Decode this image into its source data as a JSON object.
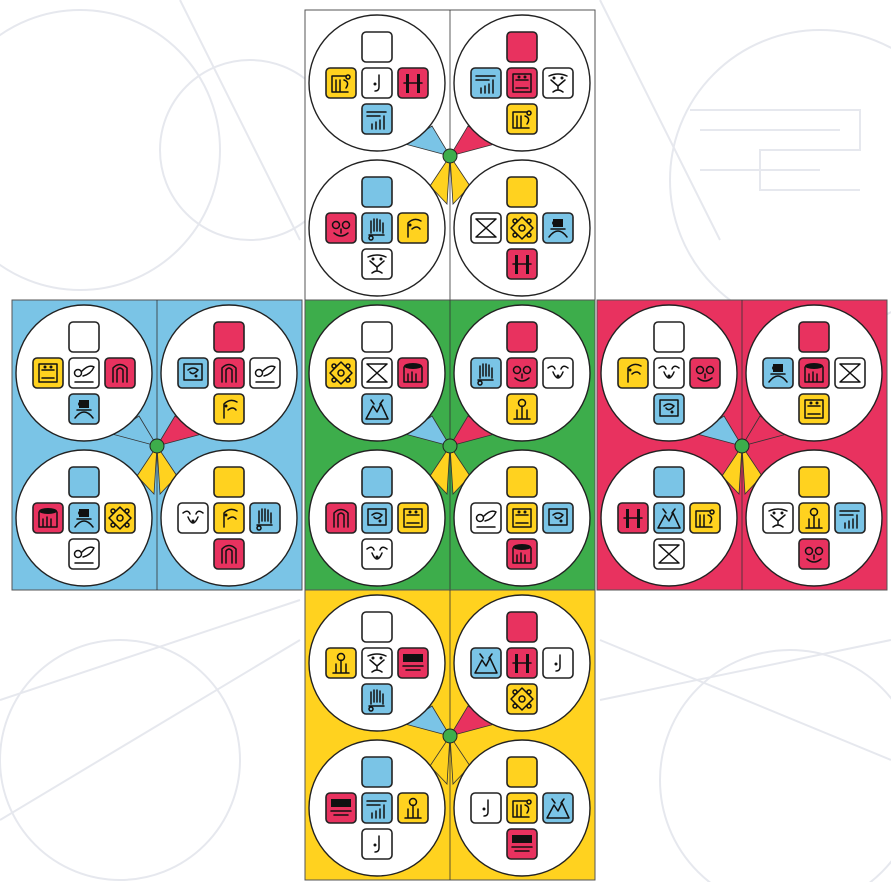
{
  "colors": {
    "white": "#ffffff",
    "blue": "#7ac4e6",
    "red": "#e8325f",
    "yellow": "#ffd21f",
    "green": "#3dad4b",
    "background_lines": "#e6e8ee",
    "outline": "#222222"
  },
  "faces": [
    {
      "id": "top",
      "color": "white",
      "disks": [
        {
          "top": "white",
          "center": "white",
          "left": "yellow",
          "right": "red",
          "bottom": "blue",
          "glyphs": {
            "top": "blank",
            "center": "hook-glyph",
            "left": "comb-glyph",
            "right": "bars-glyph",
            "bottom": "stripes-glyph"
          }
        },
        {
          "top": "red",
          "center": "red",
          "left": "blue",
          "right": "white",
          "bottom": "yellow",
          "glyphs": {
            "top": "blank",
            "center": "face-glyph",
            "left": "stripes-glyph",
            "right": "mask-glyph",
            "bottom": "comb-glyph"
          }
        },
        {
          "top": "blue",
          "center": "blue",
          "left": "red",
          "right": "yellow",
          "bottom": "white",
          "glyphs": {
            "top": "blank",
            "center": "hand-glyph",
            "left": "eyes-glyph",
            "right": "profile-glyph",
            "bottom": "mask-glyph"
          }
        },
        {
          "top": "yellow",
          "center": "yellow",
          "left": "white",
          "right": "blue",
          "bottom": "red",
          "glyphs": {
            "top": "blank",
            "center": "flower-glyph",
            "left": "cross-glyph",
            "right": "skull-glyph",
            "bottom": "bars-glyph"
          }
        }
      ]
    },
    {
      "id": "left",
      "color": "blue",
      "disks": [
        {
          "top": "white",
          "center": "white",
          "left": "yellow",
          "right": "red",
          "bottom": "blue",
          "glyphs": {
            "top": "blank",
            "center": "bird-glyph",
            "left": "face-glyph",
            "right": "arch-glyph",
            "bottom": "skull-glyph"
          }
        },
        {
          "top": "red",
          "center": "red",
          "left": "blue",
          "right": "white",
          "bottom": "yellow",
          "glyphs": {
            "top": "blank",
            "center": "arch-glyph",
            "left": "spiral-glyph",
            "right": "bird-glyph",
            "bottom": "profile-glyph"
          }
        },
        {
          "top": "blue",
          "center": "blue",
          "left": "red",
          "right": "yellow",
          "bottom": "white",
          "glyphs": {
            "top": "blank",
            "center": "skull-glyph",
            "left": "pot-glyph",
            "right": "flower-glyph",
            "bottom": "bird-glyph"
          }
        },
        {
          "top": "yellow",
          "center": "yellow",
          "left": "white",
          "right": "blue",
          "bottom": "red",
          "glyphs": {
            "top": "blank",
            "center": "profile-glyph",
            "left": "bull-glyph",
            "right": "hand-glyph",
            "bottom": "arch-glyph"
          }
        }
      ]
    },
    {
      "id": "front",
      "color": "green",
      "disks": [
        {
          "top": "white",
          "center": "white",
          "left": "yellow",
          "right": "red",
          "bottom": "blue",
          "glyphs": {
            "top": "blank",
            "center": "cross-glyph",
            "left": "flower-glyph",
            "right": "pot-glyph",
            "bottom": "mountain-glyph"
          }
        },
        {
          "top": "red",
          "center": "red",
          "left": "blue",
          "right": "white",
          "bottom": "yellow",
          "glyphs": {
            "top": "blank",
            "center": "eyes-glyph",
            "left": "hand-glyph",
            "right": "bull-glyph",
            "bottom": "pillar-glyph"
          }
        },
        {
          "top": "blue",
          "center": "blue",
          "left": "red",
          "right": "yellow",
          "bottom": "white",
          "glyphs": {
            "top": "blank",
            "center": "spiral-glyph",
            "left": "arch-glyph",
            "right": "face-glyph",
            "bottom": "bull-glyph"
          }
        },
        {
          "top": "yellow",
          "center": "yellow",
          "left": "white",
          "right": "blue",
          "bottom": "red",
          "glyphs": {
            "top": "blank",
            "center": "face-glyph",
            "left": "bird-glyph",
            "right": "spiral-glyph",
            "bottom": "pot-glyph"
          }
        }
      ]
    },
    {
      "id": "right",
      "color": "red",
      "disks": [
        {
          "top": "white",
          "center": "white",
          "left": "yellow",
          "right": "red",
          "bottom": "blue",
          "glyphs": {
            "top": "blank",
            "center": "bull-glyph",
            "left": "profile-glyph",
            "right": "eyes-glyph",
            "bottom": "spiral-glyph"
          }
        },
        {
          "top": "red",
          "center": "red",
          "left": "blue",
          "right": "white",
          "bottom": "yellow",
          "glyphs": {
            "top": "blank",
            "center": "pot-glyph",
            "left": "skull-glyph",
            "right": "cross-glyph",
            "bottom": "face-glyph"
          }
        },
        {
          "top": "blue",
          "center": "blue",
          "left": "red",
          "right": "yellow",
          "bottom": "white",
          "glyphs": {
            "top": "blank",
            "center": "mountain-glyph",
            "left": "bars-glyph",
            "right": "comb-glyph",
            "bottom": "cross-glyph"
          }
        },
        {
          "top": "yellow",
          "center": "yellow",
          "left": "white",
          "right": "blue",
          "bottom": "red",
          "glyphs": {
            "top": "blank",
            "center": "pillar-glyph",
            "left": "mask-glyph",
            "right": "stripes-glyph",
            "bottom": "eyes-glyph"
          }
        }
      ]
    },
    {
      "id": "bottom",
      "color": "yellow",
      "disks": [
        {
          "top": "white",
          "center": "white",
          "left": "yellow",
          "right": "red",
          "bottom": "blue",
          "glyphs": {
            "top": "blank",
            "center": "mask-glyph",
            "left": "pillar-glyph",
            "right": "dots-glyph",
            "bottom": "hand-glyph"
          }
        },
        {
          "top": "red",
          "center": "red",
          "left": "blue",
          "right": "white",
          "bottom": "yellow",
          "glyphs": {
            "top": "blank",
            "center": "bars-glyph",
            "left": "mountain-glyph",
            "right": "hook-glyph",
            "bottom": "flower-glyph"
          }
        },
        {
          "top": "blue",
          "center": "blue",
          "left": "red",
          "right": "yellow",
          "bottom": "white",
          "glyphs": {
            "top": "blank",
            "center": "stripes-glyph",
            "left": "dots-glyph",
            "right": "pillar-glyph",
            "bottom": "hook-glyph"
          }
        },
        {
          "top": "yellow",
          "center": "yellow",
          "left": "white",
          "right": "blue",
          "bottom": "red",
          "glyphs": {
            "top": "blank",
            "center": "comb-glyph",
            "left": "hook-glyph",
            "right": "mountain-glyph",
            "bottom": "dots-glyph"
          }
        }
      ]
    }
  ],
  "hub_center": "green"
}
